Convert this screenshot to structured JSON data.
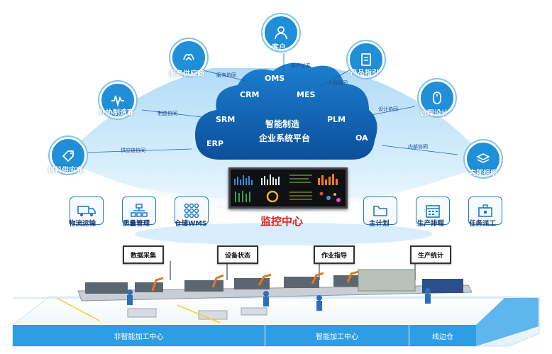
{
  "cloud": {
    "title_line1": "智能制造",
    "title_line2": "企业系统平台",
    "systems": [
      "OMS",
      "CRM",
      "MES",
      "SRM",
      "PLM",
      "ERP",
      "OA"
    ]
  },
  "nodes": [
    {
      "label": "客户",
      "icon": "person-icon"
    },
    {
      "label": "服务供应商",
      "icon": "handshake-icon"
    },
    {
      "label": "产品指引",
      "icon": "document-icon"
    },
    {
      "label": "外协制造商",
      "icon": "waveform-icon"
    },
    {
      "label": "远程设计",
      "icon": "mouse-icon"
    },
    {
      "label": "材料供应商",
      "icon": "tag-icon"
    },
    {
      "label": "内部组织",
      "icon": "layers-icon"
    }
  ],
  "links": [
    "客户关系",
    "服务协同",
    "人机协同",
    "制造协同",
    "设计协同",
    "供应链协同",
    "内部协同"
  ],
  "monitor": {
    "title": "监控中心"
  },
  "left_tiles": [
    {
      "label": "物流运输",
      "icon": "truck-icon"
    },
    {
      "label": "质量管理",
      "icon": "org-chart-icon"
    },
    {
      "label": "仓储WMS",
      "icon": "grid-dots-icon"
    }
  ],
  "right_tiles": [
    {
      "label": "主计划",
      "icon": "folder-icon"
    },
    {
      "label": "生产排程",
      "icon": "calendar-icon"
    },
    {
      "label": "任务派工",
      "icon": "toolbox-icon"
    }
  ],
  "stations": [
    "数据采集",
    "设备状态",
    "作业指导",
    "生产统计"
  ],
  "zones": [
    "非智能加工中心",
    "智能加工中心",
    "线边仓"
  ],
  "colors": {
    "brand_blue": "#1e8fd8",
    "dark_blue": "#0d5fa8",
    "accent_red": "#e02020",
    "zone_blue": "#2d9ee3"
  }
}
